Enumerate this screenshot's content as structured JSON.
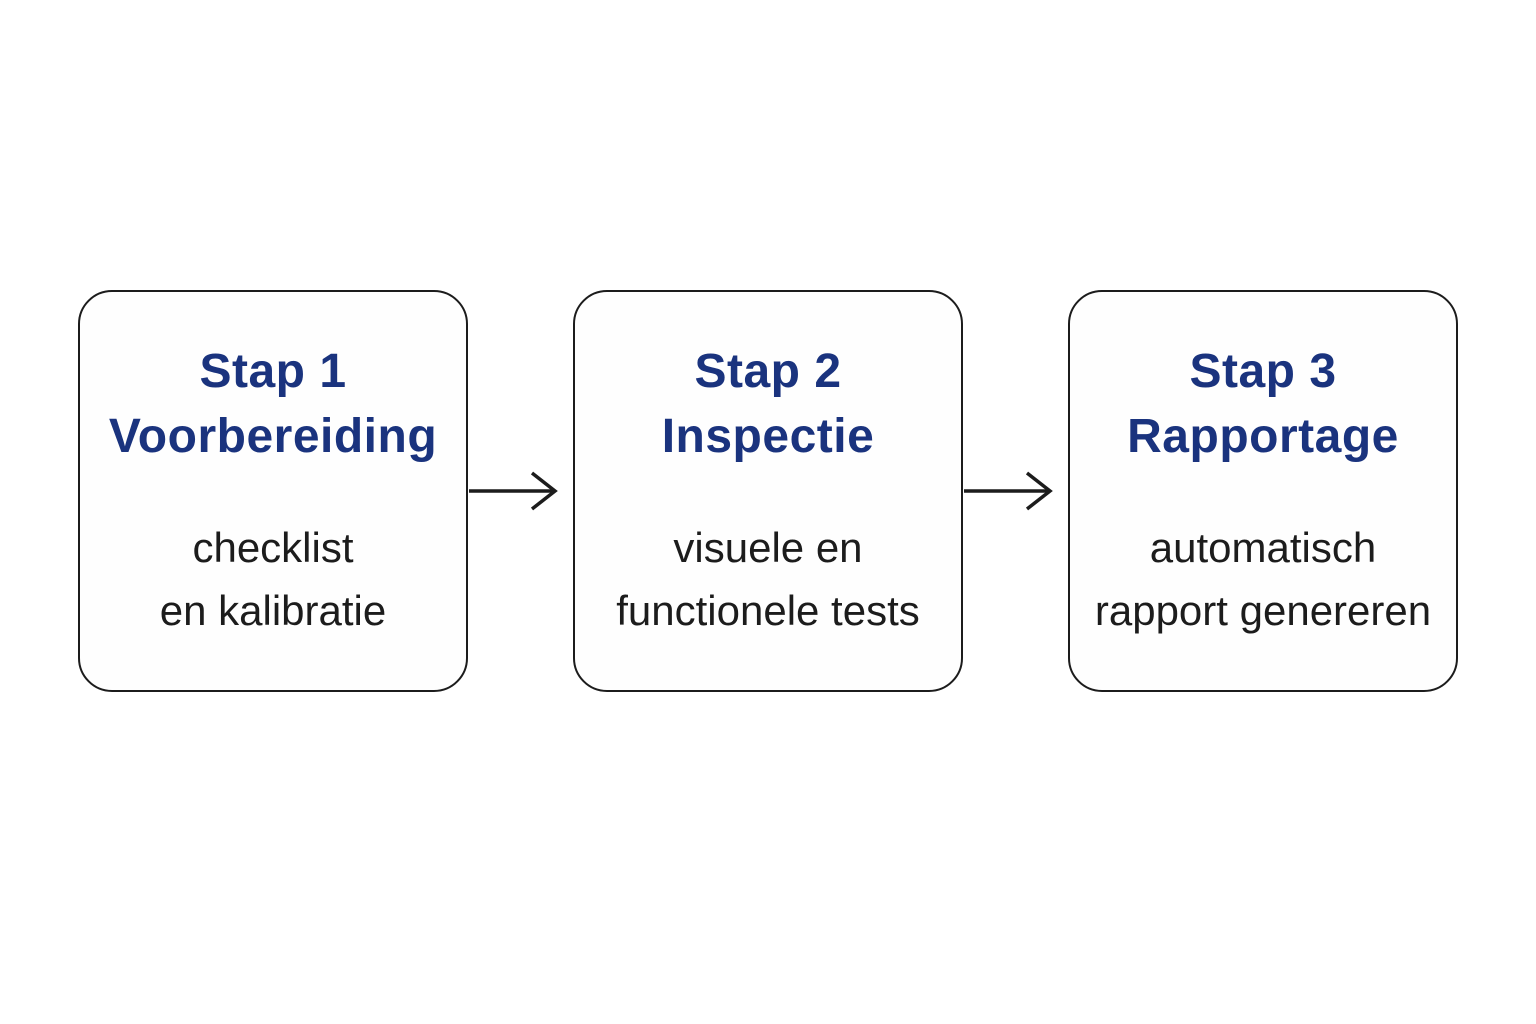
{
  "diagram": {
    "background_color": "#ffffff",
    "box_fill_color": "#fefefe",
    "box_border_color": "#1c1c1c",
    "title_color": "#1a337e",
    "body_text_color": "#1c1c1c",
    "arrow_color": "#1c1c1c",
    "steps": [
      {
        "step_label": "Stap 1",
        "step_name": "Voorbereiding",
        "description_line1": "checklist",
        "description_line2": "en kalibratie"
      },
      {
        "step_label": "Stap 2",
        "step_name": "Inspectie",
        "description_line1": "visuele en",
        "description_line2": "functionele tests"
      },
      {
        "step_label": "Stap 3",
        "step_name": "Rapportage",
        "description_line1": "automatisch",
        "description_line2": "rapport genereren"
      }
    ]
  }
}
